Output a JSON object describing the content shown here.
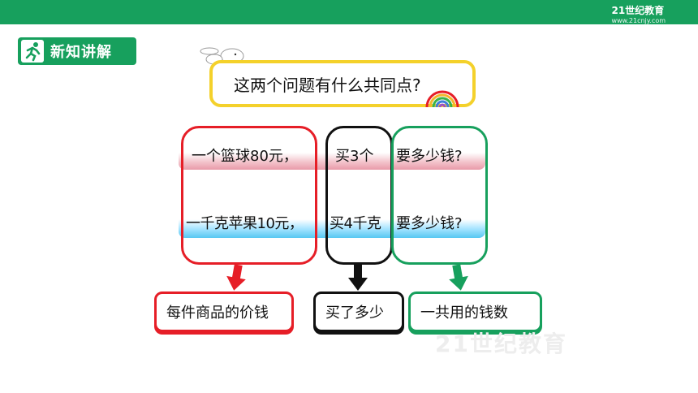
{
  "header": {
    "logo_text": "21世纪教育",
    "logo_sub": "www.21cnjy.com"
  },
  "section": {
    "badge_label": "新知讲解"
  },
  "question": {
    "text": "这两个问题有什么共同点?"
  },
  "rows": [
    {
      "price": "一个篮球80元，",
      "quantity": "买3个",
      "ask": "要多少钱?"
    },
    {
      "price": "一千克苹果10元，",
      "quantity": "买4千克",
      "ask": "要多少钱?"
    }
  ],
  "concepts": {
    "unit_price": "每件商品的价钱",
    "quantity": "买了多少",
    "total": "一共用的钱数"
  },
  "watermark": "21世纪教育",
  "colors": {
    "green": "#17a05d",
    "red": "#e61e27",
    "black": "#111111",
    "yellow": "#f4d12b"
  }
}
